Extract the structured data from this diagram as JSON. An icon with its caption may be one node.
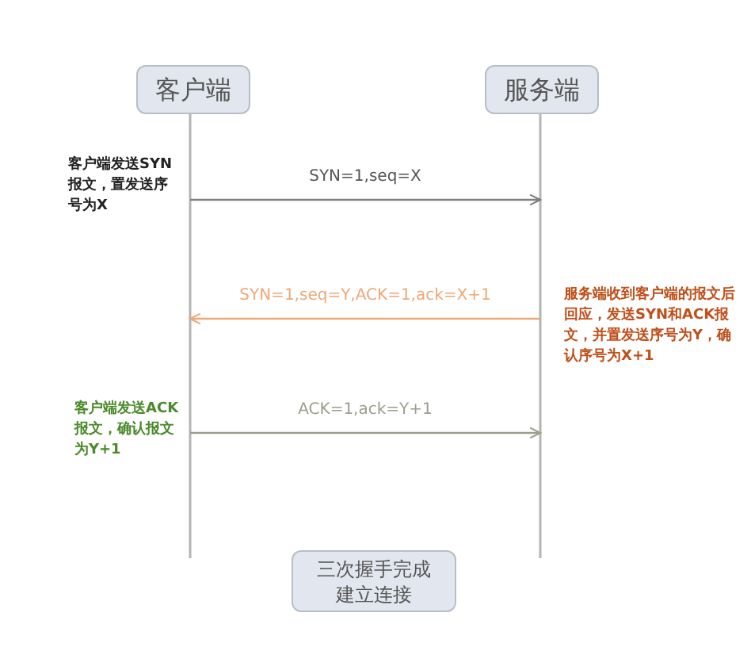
{
  "diagram": {
    "nodes": [
      {
        "text": [
          "客户端"
        ]
      },
      {
        "text": [
          "服务端"
        ]
      },
      {
        "text": [
          "三次握手完成建立连接"
        ]
      }
    ],
    "edges": [
      {
        "from": 0,
        "to": 1,
        "arrow": "to",
        "label": "SYN=1,seq=X"
      },
      {
        "from": 1,
        "to": 0,
        "arrow": "to",
        "label": "SYN=1,seq=Y,ACK=1,ack=X+1",
        "color": "#eda877"
      },
      {
        "from": 0,
        "to": 1,
        "arrow": "to",
        "label": "ACK=1,ack=Y+1",
        "color": "#9aa08f"
      }
    ],
    "labels": [
      "客户端发送SYN报文，置发送序号为X",
      "服务端收到客户端的报文后回应，发送SYN和ACK报文，并置发送序号为Y，确认序号为X+1",
      "客户端发送ACK报文，确认报文为Y+1"
    ]
  }
}
